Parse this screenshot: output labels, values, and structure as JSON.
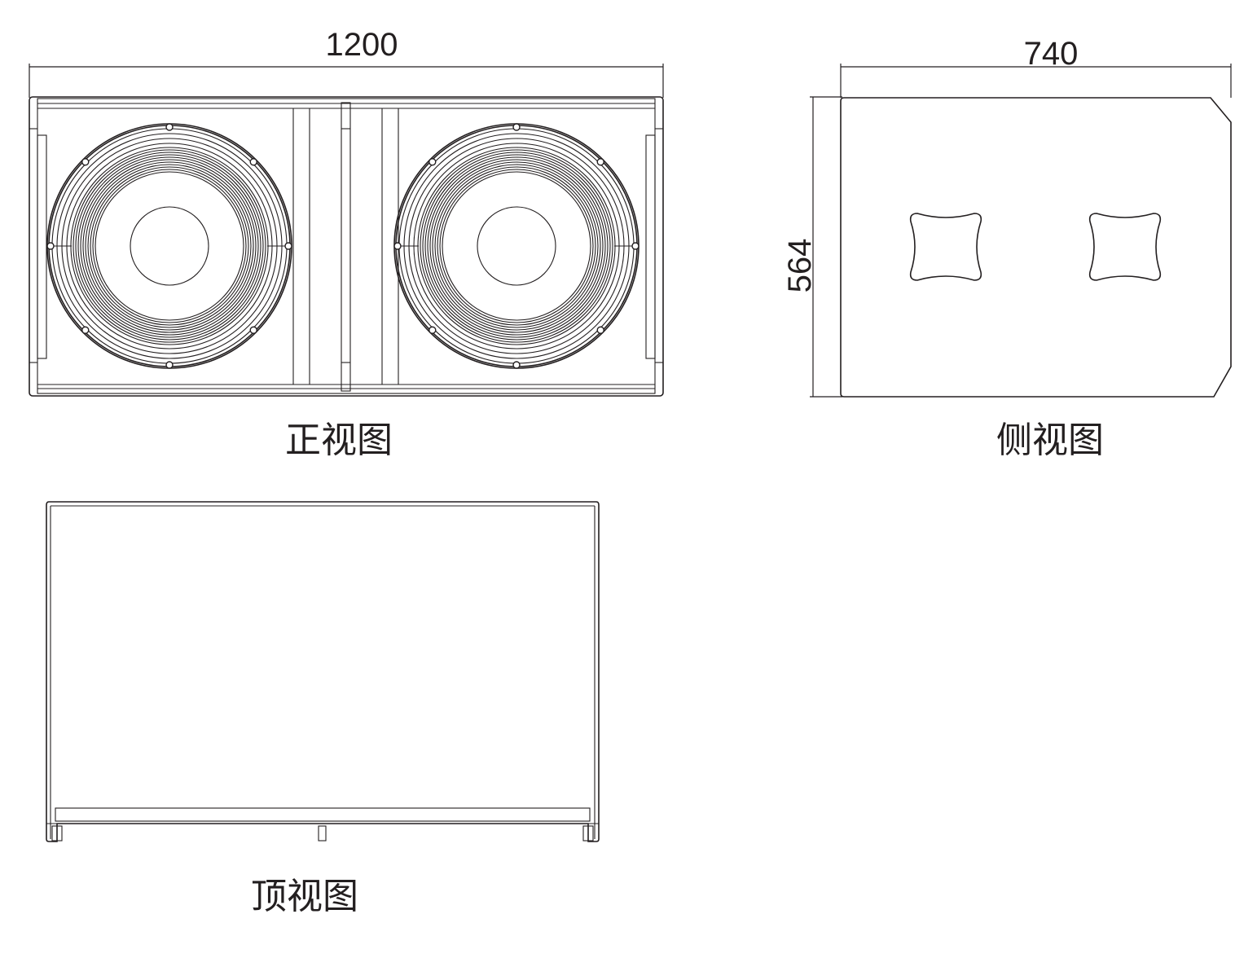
{
  "front_view": {
    "label": "正视图",
    "width_dimension": "1200"
  },
  "side_view": {
    "label": "侧视图",
    "depth_dimension": "740",
    "height_dimension": "564"
  },
  "top_view": {
    "label": "顶视图"
  },
  "colors": {
    "line": "#231f20",
    "background": "#ffffff"
  }
}
